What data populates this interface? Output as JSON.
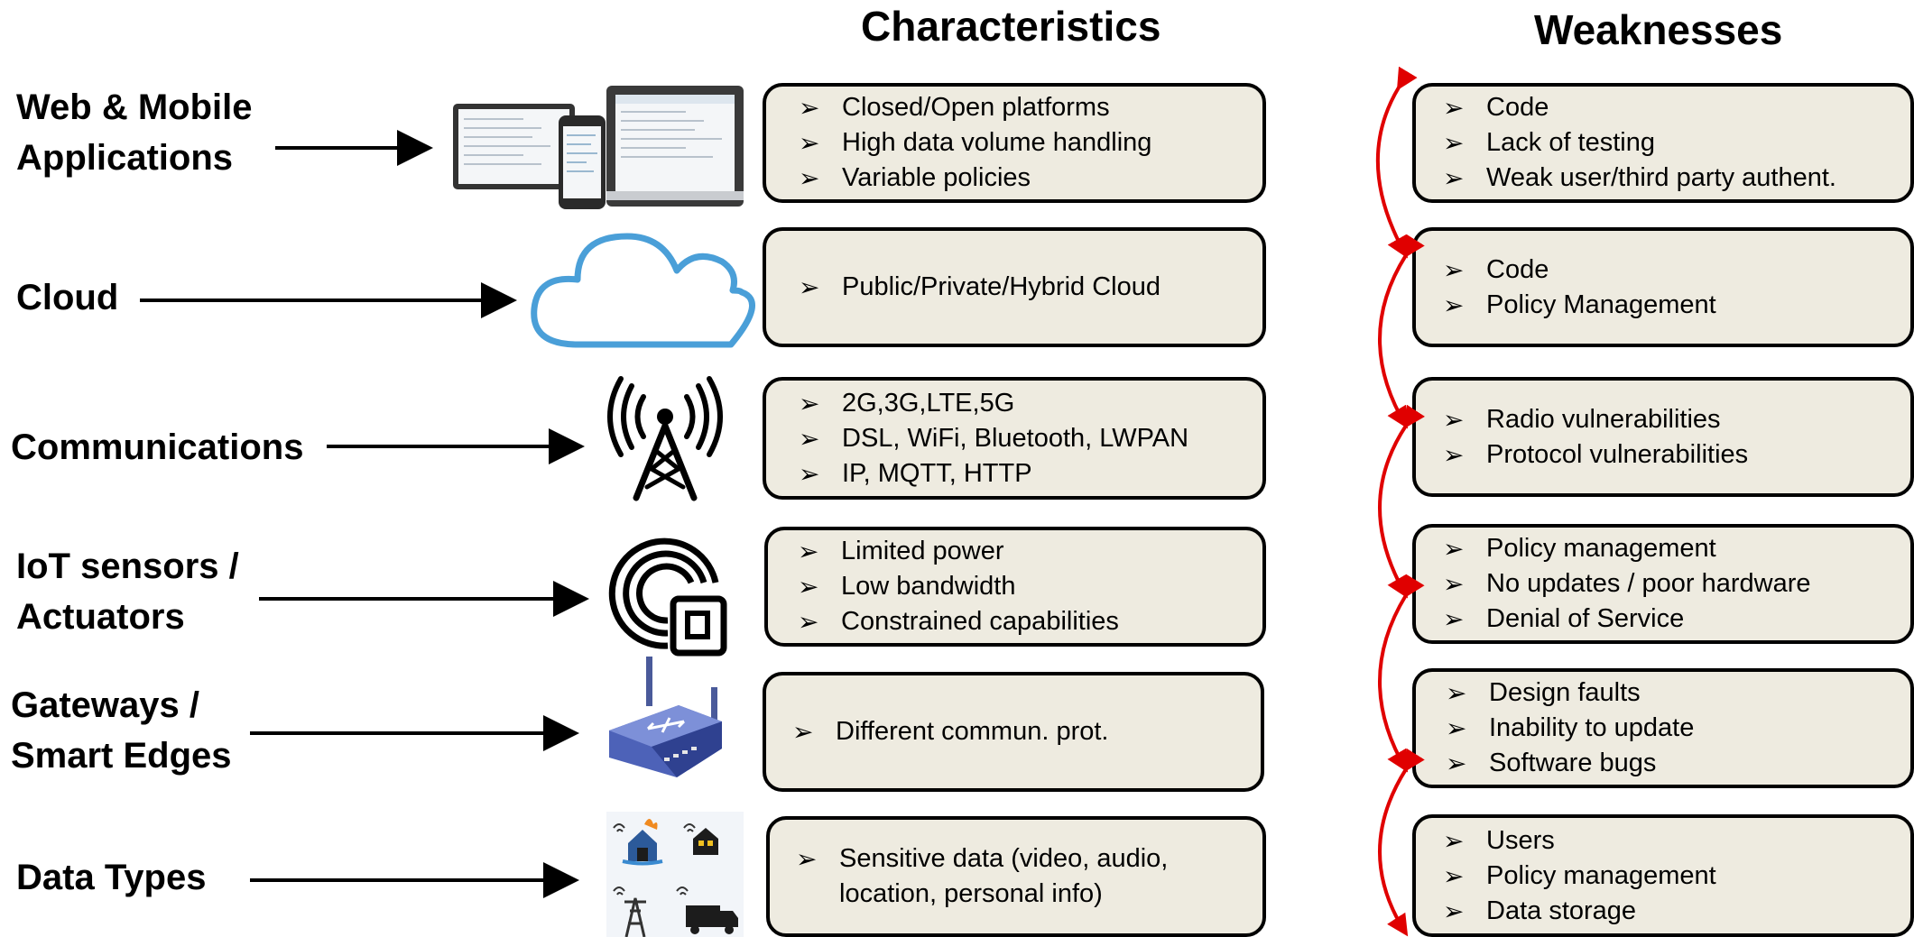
{
  "headers": {
    "characteristics": "Characteristics",
    "weaknesses": "Weaknesses"
  },
  "bullet_glyph": "➢",
  "layers": [
    {
      "label_lines": [
        "Web & Mobile",
        "Applications"
      ],
      "icon": "devices-icon",
      "characteristics": [
        "Closed/Open platforms",
        "High data volume handling",
        "Variable policies"
      ],
      "weaknesses": [
        "Code",
        "Lack of testing",
        "Weak user/third party authent."
      ]
    },
    {
      "label_lines": [
        "Cloud"
      ],
      "icon": "cloud-icon",
      "characteristics": [
        "Public/Private/Hybrid Cloud"
      ],
      "weaknesses": [
        "Code",
        "Policy Management"
      ]
    },
    {
      "label_lines": [
        "Communications"
      ],
      "icon": "antenna-tower-icon",
      "characteristics": [
        "2G,3G,LTE,5G",
        "DSL, WiFi, Bluetooth, LWPAN",
        "IP, MQTT, HTTP"
      ],
      "weaknesses": [
        "Radio vulnerabilities",
        "Protocol vulnerabilities"
      ]
    },
    {
      "label_lines": [
        "IoT sensors /",
        "Actuators"
      ],
      "icon": "sensor-icon",
      "characteristics": [
        "Limited power",
        "Low bandwidth",
        "Constrained capabilities"
      ],
      "weaknesses": [
        "Policy management",
        "No updates / poor hardware",
        "Denial of Service"
      ]
    },
    {
      "label_lines": [
        "Gateways /",
        "Smart Edges"
      ],
      "icon": "router-icon",
      "characteristics": [
        "Different commun. prot."
      ],
      "weaknesses": [
        "Design faults",
        "Inability to update",
        "Software bugs"
      ]
    },
    {
      "label_lines": [
        "Data Types"
      ],
      "icon": "data-types-icon",
      "characteristics": [
        "Sensitive data (video, audio,",
        " location, personal info)"
      ],
      "weaknesses": [
        "Users",
        "Policy management",
        "Data storage"
      ]
    }
  ],
  "colors": {
    "box_fill": "#eeebe0",
    "link_arrow": "#e00000",
    "cloud": "#4a9fd8"
  }
}
